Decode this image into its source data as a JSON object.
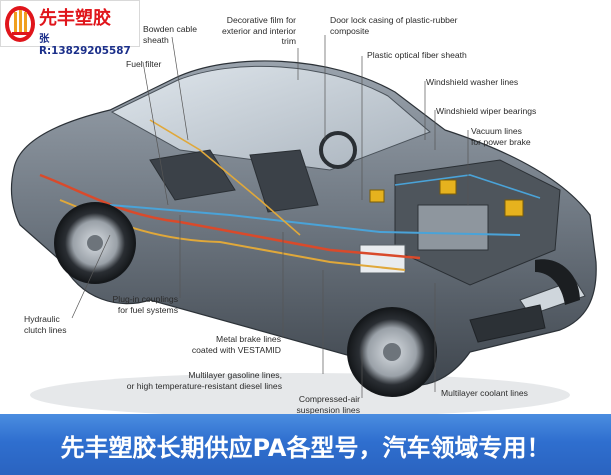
{
  "brand": {
    "name": "先丰塑胶",
    "contact": "张R:13829205587",
    "colors": {
      "name": "#e0151b",
      "contact": "#1b2f8a"
    }
  },
  "labels": {
    "bowden_cable_sheath": "Bowden cable\nsheath",
    "decorative_film": "Decorative film for\nexterior and interior\ntrim",
    "door_lock_casing": "Door lock casing of plastic-rubber\ncomposite",
    "plastic_optical_fiber_sheath": "Plastic optical fiber sheath",
    "fuel_filter": "Fuel filter",
    "windshield_washer_lines": "Windshield washer lines",
    "windshield_wiper_bearings": "Windshield wiper bearings",
    "vacuum_lines": "Vacuum lines\nfor power brake",
    "plug_in_couplings": "Plug-in couplings\nfor fuel systems",
    "hydraulic_clutch_lines": "Hydraulic\nclutch lines",
    "metal_brake_lines": "Metal brake lines\ncoated with VESTAMID",
    "multilayer_gasoline_lines": "Multilayer gasoline lines,\nor high temperature-resistant diesel lines",
    "compressed_air_lines": "Compressed-air\nsuspension lines",
    "multilayer_coolant_lines": "Multilayer coolant lines"
  },
  "banner": {
    "text": "先丰塑胶长期供应PA各型号，汽车领域专用！",
    "color": "#2f6fcf"
  }
}
